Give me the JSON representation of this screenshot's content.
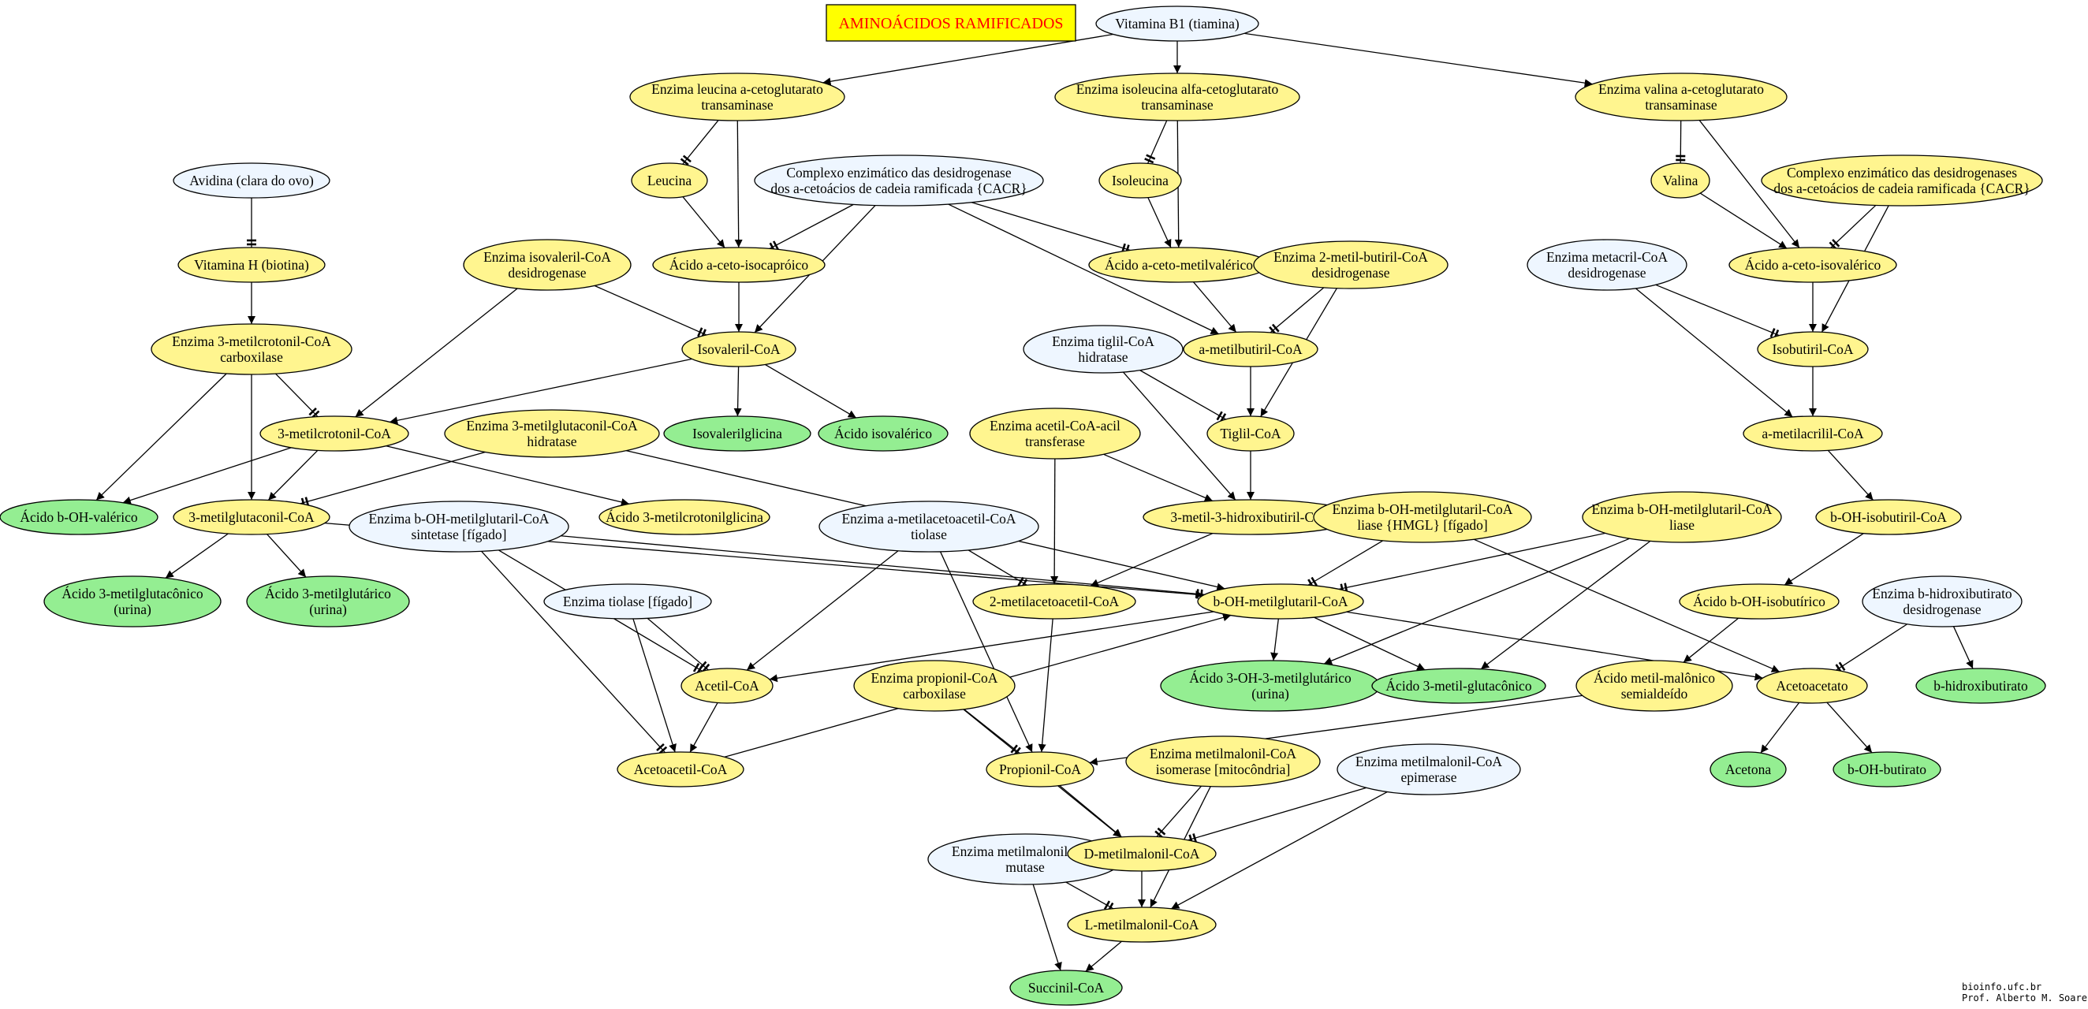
{
  "title": "AMINOÁCIDOS RAMIFICADOS",
  "credit": [
    "bioinfo.ufc.br",
    "Prof. Alberto M. Soares"
  ],
  "colors": {
    "title_fill": "#ffff00",
    "title_text": "#ff0000",
    "metabolite": "#fff58f",
    "enzyme": "#eef6ff",
    "product": "#94ee92",
    "edge": "#000000"
  },
  "nodes": [
    {
      "id": "vitb1",
      "kind": "enzyme",
      "lines": [
        "Vitamina B1 (tiamina)"
      ]
    },
    {
      "id": "leu_trans",
      "kind": "metabolite",
      "lines": [
        "Enzima leucina a-cetoglutarato",
        "transaminase"
      ]
    },
    {
      "id": "ile_trans",
      "kind": "metabolite",
      "lines": [
        "Enzima isoleucina alfa-cetoglutarato",
        "transaminase"
      ]
    },
    {
      "id": "val_trans",
      "kind": "metabolite",
      "lines": [
        "Enzima valina a-cetoglutarato",
        "transaminase"
      ]
    },
    {
      "id": "avidina",
      "kind": "enzyme",
      "lines": [
        "Avidina (clara do ovo)"
      ]
    },
    {
      "id": "leucina",
      "kind": "metabolite",
      "lines": [
        "Leucina"
      ]
    },
    {
      "id": "cacr1",
      "kind": "enzyme",
      "lines": [
        "Complexo enzimático das desidrogenase",
        "dos a-cetoácios de cadeia ramificada {CACR}"
      ]
    },
    {
      "id": "isoleucina",
      "kind": "metabolite",
      "lines": [
        "Isoleucina"
      ]
    },
    {
      "id": "valina",
      "kind": "metabolite",
      "lines": [
        "Valina"
      ]
    },
    {
      "id": "cacr2",
      "kind": "metabolite",
      "lines": [
        "Complexo enzimático das desidrogenases",
        "dos a-cetoácios de cadeia ramificada {CACR}"
      ]
    },
    {
      "id": "vith",
      "kind": "metabolite",
      "lines": [
        "Vitamina H (biotina)"
      ]
    },
    {
      "id": "isoval_deh",
      "kind": "metabolite",
      "lines": [
        "Enzima isovaleril-CoA",
        "desidrogenase"
      ]
    },
    {
      "id": "aciso",
      "kind": "metabolite",
      "lines": [
        "Ácido a-ceto-isocapróico"
      ]
    },
    {
      "id": "acmetval",
      "kind": "metabolite",
      "lines": [
        "Ácido a-ceto-metilvalérico"
      ]
    },
    {
      "id": "metbut_deh",
      "kind": "metabolite",
      "lines": [
        "Enzima 2-metil-butiril-CoA",
        "desidrogenase"
      ]
    },
    {
      "id": "metacril_deh",
      "kind": "enzyme",
      "lines": [
        "Enzima metacril-CoA",
        "desidrogenase"
      ]
    },
    {
      "id": "acisoval",
      "kind": "metabolite",
      "lines": [
        "Ácido a-ceto-isovalérico"
      ]
    },
    {
      "id": "mcc",
      "kind": "metabolite",
      "lines": [
        "Enzima 3-metilcrotonil-CoA",
        "carboxilase"
      ]
    },
    {
      "id": "isovalcoa",
      "kind": "metabolite",
      "lines": [
        "Isovaleril-CoA"
      ]
    },
    {
      "id": "tiglhid",
      "kind": "enzyme",
      "lines": [
        "Enzima tiglil-CoA",
        "hidratase"
      ]
    },
    {
      "id": "ametbutcoa",
      "kind": "metabolite",
      "lines": [
        "a-metilbutiril-CoA"
      ]
    },
    {
      "id": "isobutcoa",
      "kind": "metabolite",
      "lines": [
        "Isobutiril-CoA"
      ]
    },
    {
      "id": "mcrotcoa",
      "kind": "metabolite",
      "lines": [
        "3-metilcrotonil-CoA"
      ]
    },
    {
      "id": "mgh",
      "kind": "metabolite",
      "lines": [
        "Enzima 3-metilglutaconil-CoA",
        "hidratase"
      ]
    },
    {
      "id": "isovalgly",
      "kind": "product",
      "lines": [
        "Isovalerilglicina"
      ]
    },
    {
      "id": "acisovalerico",
      "kind": "product",
      "lines": [
        "Ácido isovalérico"
      ]
    },
    {
      "id": "acat",
      "kind": "metabolite",
      "lines": [
        "Enzima acetil-CoA-acil",
        "transferase"
      ]
    },
    {
      "id": "tiglcoa",
      "kind": "metabolite",
      "lines": [
        "Tiglil-CoA"
      ]
    },
    {
      "id": "ametacrcoa",
      "kind": "metabolite",
      "lines": [
        "a-metilacrilil-CoA"
      ]
    },
    {
      "id": "bohval",
      "kind": "product",
      "lines": [
        "Ácido b-OH-valérico"
      ]
    },
    {
      "id": "mgcoa",
      "kind": "metabolite",
      "lines": [
        "3-metilglutaconil-CoA"
      ]
    },
    {
      "id": "hmgsyn",
      "kind": "enzyme",
      "lines": [
        "Enzima b-OH-metilglutaril-CoA",
        "sintetase [fígado]"
      ]
    },
    {
      "id": "mcrotgly",
      "kind": "metabolite",
      "lines": [
        "Ácido 3-metilcrotonilglicina"
      ]
    },
    {
      "id": "amaat",
      "kind": "enzyme",
      "lines": [
        "Enzima a-metilacetoacetil-CoA",
        "tiolase"
      ]
    },
    {
      "id": "mhbcoa",
      "kind": "metabolite",
      "lines": [
        "3-metil-3-hidroxibutiril-CoA"
      ]
    },
    {
      "id": "hmgly1",
      "kind": "metabolite",
      "lines": [
        "Enzima b-OH-metilglutaril-CoA",
        "liase {HMGL} [fígado]"
      ]
    },
    {
      "id": "hmgly2",
      "kind": "metabolite",
      "lines": [
        "Enzima b-OH-metilglutaril-CoA",
        "liase"
      ]
    },
    {
      "id": "bohisobutcoa",
      "kind": "metabolite",
      "lines": [
        "b-OH-isobutiril-CoA"
      ]
    },
    {
      "id": "mgtaconico",
      "kind": "product",
      "lines": [
        "Ácido 3-metilglutacônico",
        "(urina)"
      ]
    },
    {
      "id": "mglutarico",
      "kind": "product",
      "lines": [
        "Ácido 3-metilglutárico",
        "(urina)"
      ]
    },
    {
      "id": "tiolase",
      "kind": "enzyme",
      "lines": [
        "Enzima tiolase [fígado]"
      ]
    },
    {
      "id": "mactcoa",
      "kind": "metabolite",
      "lines": [
        "2-metilacetoacetil-CoA"
      ]
    },
    {
      "id": "hmgcoa",
      "kind": "metabolite",
      "lines": [
        "b-OH-metilglutaril-CoA"
      ]
    },
    {
      "id": "bohisobut",
      "kind": "metabolite",
      "lines": [
        "Ácido b-OH-isobutírico"
      ]
    },
    {
      "id": "bhbdh",
      "kind": "enzyme",
      "lines": [
        "Enzima b-hidroxibutirato",
        "desidrogenase"
      ]
    },
    {
      "id": "acetilcoa",
      "kind": "metabolite",
      "lines": [
        "Acetil-CoA"
      ]
    },
    {
      "id": "pcc",
      "kind": "metabolite",
      "lines": [
        "Enzima propionil-CoA",
        "carboxilase"
      ]
    },
    {
      "id": "ohmg",
      "kind": "product",
      "lines": [
        "Ácido 3-OH-3-metilglutárico",
        "(urina)"
      ]
    },
    {
      "id": "mgcnico",
      "kind": "product",
      "lines": [
        "Ácido 3-metil-glutacônico"
      ]
    },
    {
      "id": "mmsa",
      "kind": "metabolite",
      "lines": [
        "Ácido metil-malônico",
        "semialdeído"
      ]
    },
    {
      "id": "acetoacetato",
      "kind": "metabolite",
      "lines": [
        "Acetoacetato"
      ]
    },
    {
      "id": "bhidroxibut",
      "kind": "product",
      "lines": [
        "b-hidroxibutirato"
      ]
    },
    {
      "id": "acetoacetilcoa",
      "kind": "metabolite",
      "lines": [
        "Acetoacetil-CoA"
      ]
    },
    {
      "id": "propcoa",
      "kind": "metabolite",
      "lines": [
        "Propionil-CoA"
      ]
    },
    {
      "id": "mmiso",
      "kind": "metabolite",
      "lines": [
        "Enzima metilmalonil-CoA",
        "isomerase [mitocôndria]"
      ]
    },
    {
      "id": "mmepi",
      "kind": "enzyme",
      "lines": [
        "Enzima metilmalonil-CoA",
        "epimerase"
      ]
    },
    {
      "id": "acetona",
      "kind": "product",
      "lines": [
        "Acetona"
      ]
    },
    {
      "id": "bohbut",
      "kind": "product",
      "lines": [
        "b-OH-butirato"
      ]
    },
    {
      "id": "mmmut",
      "kind": "enzyme",
      "lines": [
        "Enzima metilmalonil-CoA",
        "mutase"
      ]
    },
    {
      "id": "dmmcoa",
      "kind": "metabolite",
      "lines": [
        "D-metilmalonil-CoA"
      ]
    },
    {
      "id": "lmmcoa",
      "kind": "metabolite",
      "lines": [
        "L-metilmalonil-CoA"
      ]
    },
    {
      "id": "succcoa",
      "kind": "product",
      "lines": [
        "Succinil-CoA"
      ]
    }
  ],
  "edges": [
    {
      "from": "vitb1",
      "to": "leu_trans",
      "type": "arrow"
    },
    {
      "from": "vitb1",
      "to": "ile_trans",
      "type": "arrow"
    },
    {
      "from": "vitb1",
      "to": "val_trans",
      "type": "arrow"
    },
    {
      "from": "avidina",
      "to": "vith",
      "type": "tee"
    },
    {
      "from": "vith",
      "to": "mcc",
      "type": "arrow"
    },
    {
      "from": "leu_trans",
      "to": "leucina",
      "type": "tee"
    },
    {
      "from": "leu_trans",
      "to": "aciso",
      "type": "arrow"
    },
    {
      "from": "leucina",
      "to": "aciso",
      "type": "arrow"
    },
    {
      "from": "cacr1",
      "to": "aciso",
      "type": "tee"
    },
    {
      "from": "cacr1",
      "to": "isovalcoa",
      "type": "arrow"
    },
    {
      "from": "cacr1",
      "to": "acmetval",
      "type": "tee"
    },
    {
      "from": "cacr1",
      "to": "ametbutcoa",
      "type": "arrow"
    },
    {
      "from": "ile_trans",
      "to": "isoleucina",
      "type": "tee"
    },
    {
      "from": "ile_trans",
      "to": "acmetval",
      "type": "arrow"
    },
    {
      "from": "isoleucina",
      "to": "acmetval",
      "type": "arrow"
    },
    {
      "from": "val_trans",
      "to": "valina",
      "type": "tee"
    },
    {
      "from": "val_trans",
      "to": "acisoval",
      "type": "arrow"
    },
    {
      "from": "valina",
      "to": "acisoval",
      "type": "arrow"
    },
    {
      "from": "cacr2",
      "to": "acisoval",
      "type": "tee"
    },
    {
      "from": "cacr2",
      "to": "isobutcoa",
      "type": "arrow"
    },
    {
      "from": "aciso",
      "to": "isovalcoa",
      "type": "arrow"
    },
    {
      "from": "isoval_deh",
      "to": "isovalcoa",
      "type": "tee"
    },
    {
      "from": "isoval_deh",
      "to": "mcrotcoa",
      "type": "arrow"
    },
    {
      "from": "isovalcoa",
      "to": "mcrotcoa",
      "type": "arrow"
    },
    {
      "from": "isovalcoa",
      "to": "isovalgly",
      "type": "arrow"
    },
    {
      "from": "isovalcoa",
      "to": "acisovalerico",
      "type": "arrow"
    },
    {
      "from": "acmetval",
      "to": "ametbutcoa",
      "type": "arrow"
    },
    {
      "from": "metbut_deh",
      "to": "ametbutcoa",
      "type": "tee"
    },
    {
      "from": "metbut_deh",
      "to": "tiglcoa",
      "type": "arrow"
    },
    {
      "from": "ametbutcoa",
      "to": "tiglcoa",
      "type": "arrow"
    },
    {
      "from": "tiglhid",
      "to": "tiglcoa",
      "type": "tee"
    },
    {
      "from": "tiglhid",
      "to": "mhbcoa",
      "type": "arrow"
    },
    {
      "from": "tiglcoa",
      "to": "mhbcoa",
      "type": "arrow"
    },
    {
      "from": "acisoval",
      "to": "isobutcoa",
      "type": "arrow"
    },
    {
      "from": "metacril_deh",
      "to": "isobutcoa",
      "type": "tee"
    },
    {
      "from": "metacril_deh",
      "to": "ametacrcoa",
      "type": "arrow"
    },
    {
      "from": "isobutcoa",
      "to": "ametacrcoa",
      "type": "arrow"
    },
    {
      "from": "ametacrcoa",
      "to": "bohisobutcoa",
      "type": "arrow"
    },
    {
      "from": "bohisobutcoa",
      "to": "bohisobut",
      "type": "arrow"
    },
    {
      "from": "bohisobut",
      "to": "mmsa",
      "type": "arrow"
    },
    {
      "from": "mcc",
      "to": "mcrotcoa",
      "type": "tee"
    },
    {
      "from": "mcc",
      "to": "bohval",
      "type": "arrow"
    },
    {
      "from": "mcc",
      "to": "mgcoa",
      "type": "arrow"
    },
    {
      "from": "mcrotcoa",
      "to": "bohval",
      "type": "arrow"
    },
    {
      "from": "mcrotcoa",
      "to": "mgcoa",
      "type": "arrow"
    },
    {
      "from": "mcrotcoa",
      "to": "mcrotgly",
      "type": "arrow"
    },
    {
      "from": "mgh",
      "to": "mgcoa",
      "type": "tee"
    },
    {
      "from": "mgh",
      "to": "hmgcoa",
      "type": "arrow"
    },
    {
      "from": "mgcoa",
      "to": "mgtaconico",
      "type": "arrow"
    },
    {
      "from": "mgcoa",
      "to": "mglutarico",
      "type": "arrow"
    },
    {
      "from": "mgcoa",
      "to": "hmgcoa",
      "type": "arrow"
    },
    {
      "from": "acat",
      "to": "mhbcoa",
      "type": "arrow"
    },
    {
      "from": "acat",
      "to": "mactcoa",
      "type": "arrow"
    },
    {
      "from": "mhbcoa",
      "to": "mactcoa",
      "type": "arrow"
    },
    {
      "from": "amaat",
      "to": "mactcoa",
      "type": "tee"
    },
    {
      "from": "amaat",
      "to": "acetilcoa",
      "type": "arrow"
    },
    {
      "from": "amaat",
      "to": "propcoa",
      "type": "arrow"
    },
    {
      "from": "mactcoa",
      "to": "propcoa",
      "type": "arrow"
    },
    {
      "from": "hmgsyn",
      "to": "hmgcoa",
      "type": "tee"
    },
    {
      "from": "hmgsyn",
      "to": "acetilcoa",
      "type": "tee"
    },
    {
      "from": "hmgsyn",
      "to": "acetoacetilcoa",
      "type": "tee"
    },
    {
      "from": "hmgly1",
      "to": "hmgcoa",
      "type": "tee"
    },
    {
      "from": "hmgly1",
      "to": "acetoacetato",
      "type": "arrow"
    },
    {
      "from": "hmgly2",
      "to": "hmgcoa",
      "type": "tee"
    },
    {
      "from": "hmgly2",
      "to": "ohmg",
      "type": "arrow"
    },
    {
      "from": "hmgly2",
      "to": "mgcnico",
      "type": "arrow"
    },
    {
      "from": "hmgcoa",
      "to": "acetilcoa",
      "type": "arrow"
    },
    {
      "from": "hmgcoa",
      "to": "ohmg",
      "type": "arrow"
    },
    {
      "from": "hmgcoa",
      "to": "mgcnico",
      "type": "arrow"
    },
    {
      "from": "hmgcoa",
      "to": "acetoacetato",
      "type": "arrow"
    },
    {
      "from": "acetoacetilcoa",
      "to": "hmgcoa",
      "type": "arrow"
    },
    {
      "from": "tiolase",
      "to": "acetilcoa",
      "type": "tee"
    },
    {
      "from": "tiolase",
      "to": "acetoacetilcoa",
      "type": "arrow"
    },
    {
      "from": "acetilcoa",
      "to": "acetoacetilcoa",
      "type": "arrow"
    },
    {
      "from": "bhbdh",
      "to": "acetoacetato",
      "type": "tee"
    },
    {
      "from": "bhbdh",
      "to": "bhidroxibut",
      "type": "arrow"
    },
    {
      "from": "acetoacetato",
      "to": "acetona",
      "type": "arrow"
    },
    {
      "from": "acetoacetato",
      "to": "bohbut",
      "type": "arrow"
    },
    {
      "from": "mmsa",
      "to": "propcoa",
      "type": "arrow"
    },
    {
      "from": "pcc",
      "to": "propcoa",
      "type": "tee"
    },
    {
      "from": "pcc",
      "to": "dmmcoa",
      "type": "arrow"
    },
    {
      "from": "propcoa",
      "to": "dmmcoa",
      "type": "arrow"
    },
    {
      "from": "mmiso",
      "to": "dmmcoa",
      "type": "tee"
    },
    {
      "from": "mmiso",
      "to": "lmmcoa",
      "type": "arrow"
    },
    {
      "from": "mmepi",
      "to": "dmmcoa",
      "type": "tee"
    },
    {
      "from": "mmepi",
      "to": "lmmcoa",
      "type": "arrow"
    },
    {
      "from": "dmmcoa",
      "to": "lmmcoa",
      "type": "arrow"
    },
    {
      "from": "mmmut",
      "to": "lmmcoa",
      "type": "tee"
    },
    {
      "from": "mmmut",
      "to": "succcoa",
      "type": "arrow"
    },
    {
      "from": "lmmcoa",
      "to": "succcoa",
      "type": "arrow"
    }
  ]
}
